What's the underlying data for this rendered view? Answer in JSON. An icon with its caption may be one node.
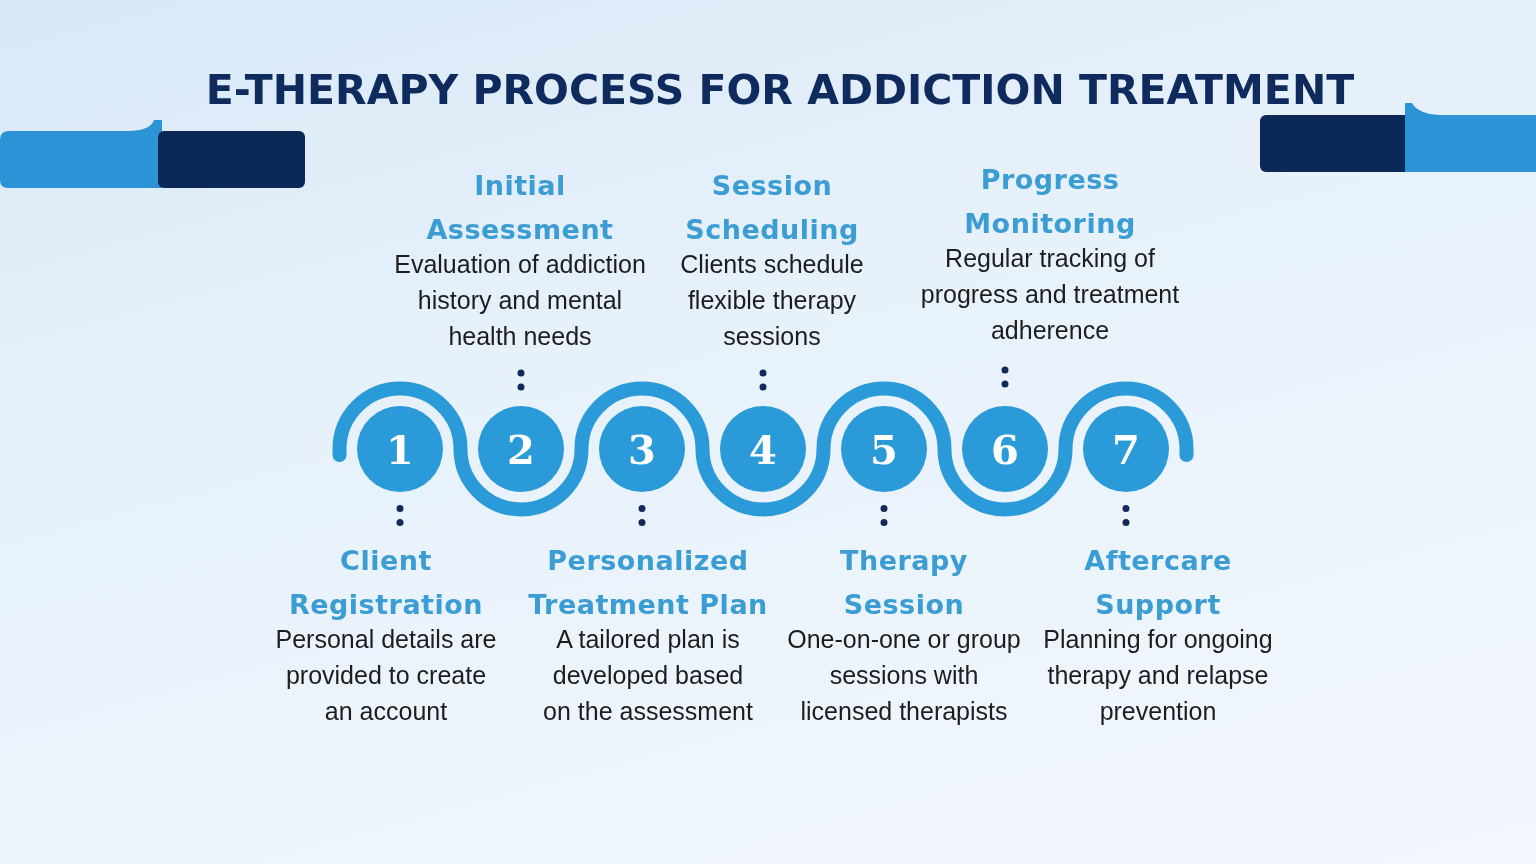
{
  "diagram": {
    "title": "E-THERAPY PROCESS FOR ADDICTION TREATMENT",
    "nodes": [
      {
        "text": [
          "Initial Assessment",
          "Evaluation of addiction history and mental health needs"
        ]
      },
      {
        "text": [
          "Session Scheduling",
          "Clients schedule flexible therapy sessions"
        ]
      },
      {
        "text": [
          "Progress Monitoring",
          "Regular tracking of progress and treatment adherence"
        ]
      },
      {
        "text": [
          "1"
        ]
      },
      {
        "text": [
          "2"
        ]
      },
      {
        "text": [
          "3"
        ]
      },
      {
        "text": [
          "4"
        ]
      },
      {
        "text": [
          "5"
        ]
      },
      {
        "text": [
          "6"
        ]
      },
      {
        "text": [
          "7"
        ]
      },
      {
        "text": [
          "Client Registration",
          "Personal details are provided to create an account"
        ]
      },
      {
        "text": [
          "Personalized Treatment Plan",
          "A tailored plan is developed based on the assessment"
        ]
      },
      {
        "text": [
          "Therapy Session",
          "One-on-one or group sessions with licensed therapists"
        ]
      },
      {
        "text": [
          "Aftercare Support",
          "Planning for ongoing therapy and relapse prevention"
        ]
      }
    ],
    "edges": [
      {
        "from": 3,
        "to": 10,
        "arrow": "none",
        "style": "dashed"
      },
      {
        "from": 4,
        "to": 0,
        "arrow": "none",
        "style": "dashed"
      },
      {
        "from": 5,
        "to": 11,
        "arrow": "none",
        "style": "dashed"
      },
      {
        "from": 6,
        "to": 1,
        "arrow": "none",
        "style": "dashed"
      },
      {
        "from": 7,
        "to": 12,
        "arrow": "none",
        "style": "dashed"
      },
      {
        "from": 8,
        "to": 2,
        "arrow": "none",
        "style": "dashed"
      },
      {
        "from": 9,
        "to": 13,
        "arrow": "none",
        "style": "dashed"
      }
    ]
  }
}
